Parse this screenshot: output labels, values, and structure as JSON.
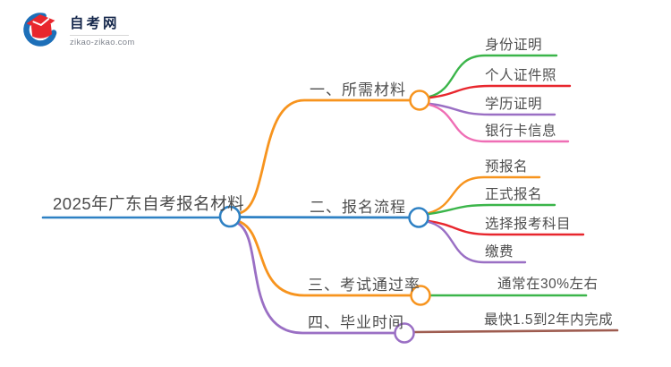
{
  "logo": {
    "title": "自考网",
    "domain": "zikao-zikao.com",
    "colors": {
      "cap": "#e8262d",
      "crescent": "#1d6fb8",
      "title": "#16284c",
      "domain": "#80858f"
    }
  },
  "mindmap": {
    "root": {
      "label": "2025年广东自考报名材料",
      "color": "#2e81c4"
    },
    "branches": [
      {
        "label": "一、所需材料",
        "color": "#f7941e",
        "children": [
          {
            "label": "身份证明",
            "color": "#3bb54a"
          },
          {
            "label": "个人证件照",
            "color": "#e8262d"
          },
          {
            "label": "学历证明",
            "color": "#9a6fc4"
          },
          {
            "label": "银行卡信息",
            "color": "#ef6eb5"
          }
        ]
      },
      {
        "label": "二、报名流程",
        "color": "#2e81c4",
        "children": [
          {
            "label": "预报名",
            "color": "#f7941e"
          },
          {
            "label": "正式报名",
            "color": "#3bb54a"
          },
          {
            "label": "选择报考科目",
            "color": "#e8262d"
          },
          {
            "label": "缴费",
            "color": "#9a6fc4"
          }
        ]
      },
      {
        "label": "三、考试通过率",
        "color": "#f7941e",
        "children": [
          {
            "label": "通常在30%左右",
            "color": "#3bb54a"
          }
        ]
      },
      {
        "label": "四、毕业时间",
        "color": "#9a6fc4",
        "children": [
          {
            "label": "最快1.5到2年内完成",
            "color": "#9e5c50"
          }
        ]
      }
    ]
  }
}
